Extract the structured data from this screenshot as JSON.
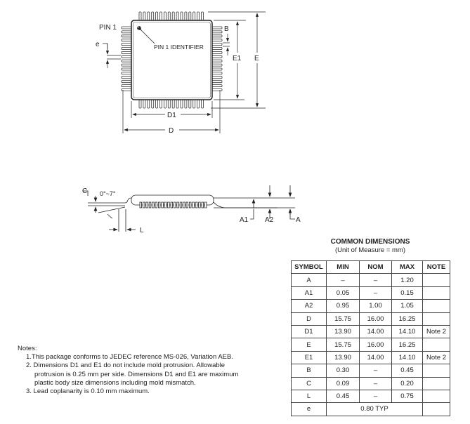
{
  "top_view": {
    "pin1": "PIN 1",
    "pin1_identifier": "PIN 1 IDENTIFIER",
    "e": "e",
    "b": "B",
    "e1": "E1",
    "e_dim": "E",
    "d1": "D1",
    "d": "D"
  },
  "side_view": {
    "c": "C",
    "angle": "0°~7°",
    "l": "L",
    "a1": "A1",
    "a2": "A2",
    "a": "A"
  },
  "table": {
    "title": "COMMON DIMENSIONS",
    "subtitle": "(Unit of Measure = mm)",
    "headers": [
      "SYMBOL",
      "MIN",
      "NOM",
      "MAX",
      "NOTE"
    ],
    "rows": [
      [
        "A",
        "–",
        "–",
        "1.20",
        ""
      ],
      [
        "A1",
        "0.05",
        "–",
        "0.15",
        ""
      ],
      [
        "A2",
        "0.95",
        "1.00",
        "1.05",
        ""
      ],
      [
        "D",
        "15.75",
        "16.00",
        "16.25",
        ""
      ],
      [
        "D1",
        "13.90",
        "14.00",
        "14.10",
        "Note 2"
      ],
      [
        "E",
        "15.75",
        "16.00",
        "16.25",
        ""
      ],
      [
        "E1",
        "13.90",
        "14.00",
        "14.10",
        "Note 2"
      ],
      [
        "B",
        "0.30",
        "–",
        "0.45",
        ""
      ],
      [
        "C",
        "0.09",
        "–",
        "0.20",
        ""
      ],
      [
        "L",
        "0.45",
        "–",
        "0.75",
        ""
      ]
    ],
    "last_row": {
      "symbol": "e",
      "value": "0.80 TYP"
    }
  },
  "notes": {
    "heading": "Notes:",
    "n1": "1.This package conforms to JEDEC reference MS-026, Variation AEB.",
    "n2a": "2. Dimensions D1 and E1 do not include mold protrusion.  Allowable",
    "n2b": "protrusion is 0.25 mm per side. Dimensions D1 and E1 are maximum",
    "n2c": "plastic body size dimensions including mold mismatch.",
    "n3": "3. Lead coplanarity is 0.10 mm maximum."
  }
}
